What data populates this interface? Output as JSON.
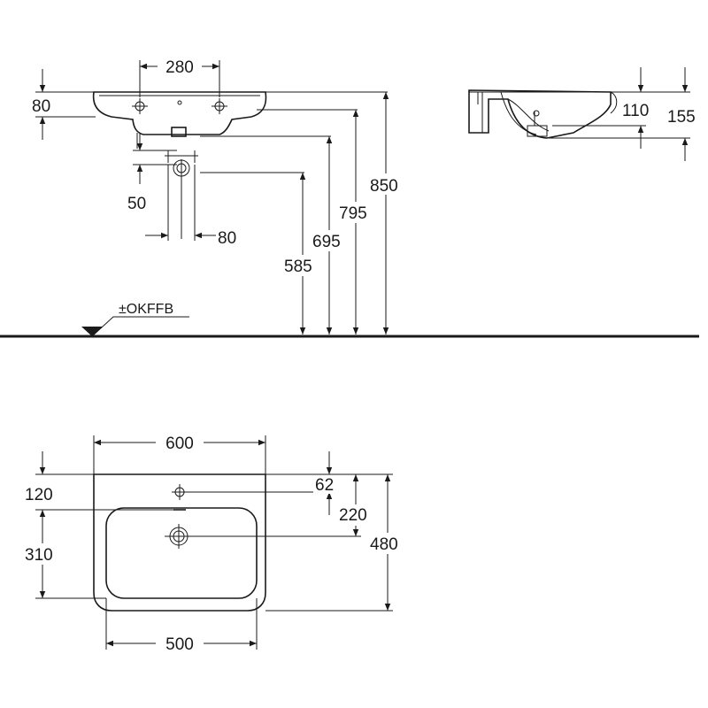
{
  "front_view": {
    "tap_spacing": "280",
    "rim_height": "80",
    "waste_offset": "50",
    "trap_spacing": "80",
    "height_overall": "850",
    "height_rim": "795",
    "height_tap_connection": "695",
    "height_waste": "585",
    "floor_label": "±OKFFB"
  },
  "side_view": {
    "depth_inner": "110",
    "depth_outer": "155"
  },
  "plan_view": {
    "width_overall": "600",
    "width_bowl": "500",
    "rim_to_bowl": "120",
    "bowl_depth": "310",
    "tap_hole_offset": "62",
    "waste_offset": "220",
    "depth_overall": "480"
  }
}
